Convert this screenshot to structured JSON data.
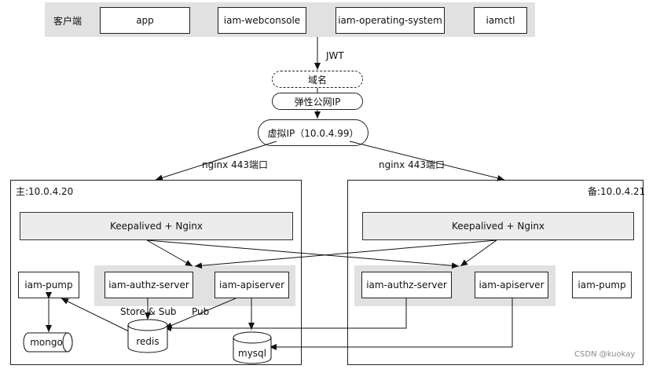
{
  "client_bar": {
    "label": "客户端",
    "items": [
      "app",
      "iam-webconsole",
      "iam-operating-system",
      "iamctl"
    ]
  },
  "edge_labels": {
    "jwt": "JWT",
    "nginx_left": "nginx 443端口",
    "nginx_right": "nginx 443端口",
    "store_sub": "Store & Sub",
    "pub": "Pub"
  },
  "gateway": {
    "domain": "域名",
    "elastic_ip": "弹性公网IP",
    "virtual_ip": "虚拟IP（10.0.4.99）"
  },
  "primary": {
    "label": "主:10.0.4.20",
    "keepalived": "Keepalived + Nginx",
    "authz": "iam-authz-server",
    "apiserver": "iam-apiserver",
    "pump": "iam-pump",
    "mongo": "mongo",
    "redis": "redis",
    "mysql": "mysql"
  },
  "backup": {
    "label": "备:10.0.4.21",
    "keepalived": "Keepalived + Nginx",
    "authz": "iam-authz-server",
    "apiserver": "iam-apiserver",
    "pump": "iam-pump"
  },
  "watermark": "CSDN @kuokay"
}
